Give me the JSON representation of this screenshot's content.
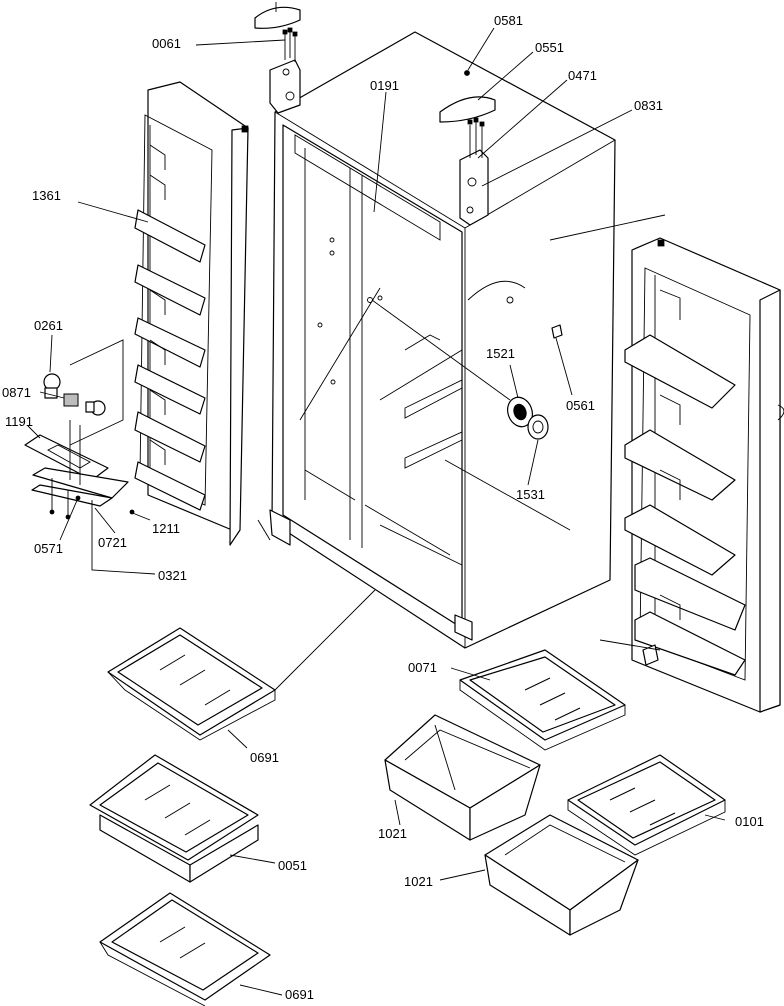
{
  "callouts": [
    {
      "key": "c0061",
      "text": "0061"
    },
    {
      "key": "c0581",
      "text": "0581"
    },
    {
      "key": "c0551",
      "text": "0551"
    },
    {
      "key": "c0471",
      "text": "0471"
    },
    {
      "key": "c0831",
      "text": "0831"
    },
    {
      "key": "c0191",
      "text": "0191"
    },
    {
      "key": "c1361",
      "text": "1361"
    },
    {
      "key": "c0261",
      "text": "0261"
    },
    {
      "key": "c0871",
      "text": "0871"
    },
    {
      "key": "c1191",
      "text": "1191"
    },
    {
      "key": "c1211",
      "text": "1211"
    },
    {
      "key": "c0571",
      "text": "0571"
    },
    {
      "key": "c0721",
      "text": "0721"
    },
    {
      "key": "c0321",
      "text": "0321"
    },
    {
      "key": "c1521",
      "text": "1521"
    },
    {
      "key": "c1531",
      "text": "1531"
    },
    {
      "key": "c0561",
      "text": "0561"
    },
    {
      "key": "c0071",
      "text": "0071"
    },
    {
      "key": "c0691a",
      "text": "0691"
    },
    {
      "key": "c1021a",
      "text": "1021"
    },
    {
      "key": "c0101",
      "text": "0101"
    },
    {
      "key": "c1021b",
      "text": "1021"
    },
    {
      "key": "c0051",
      "text": "0051"
    },
    {
      "key": "c0691b",
      "text": "0691"
    }
  ]
}
